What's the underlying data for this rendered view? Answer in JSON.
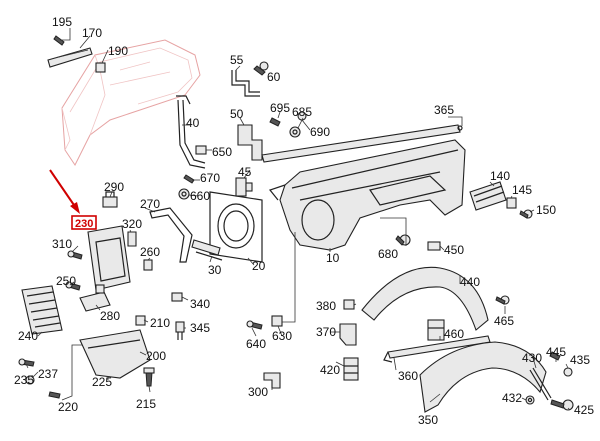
{
  "labels": {
    "l195": "195",
    "l170": "170",
    "l190": "190",
    "l55": "55",
    "l60": "60",
    "l50": "50",
    "l40": "40",
    "l695": "695",
    "l685": "685",
    "l690": "690",
    "l365": "365",
    "l650": "650",
    "l670": "670",
    "l660": "660",
    "l45": "45",
    "l290": "290",
    "l270": "270",
    "l320": "320",
    "l310": "310",
    "l260": "260",
    "l250": "250",
    "l30": "30",
    "l20": "20",
    "l10": "10",
    "l680": "680",
    "l140": "140",
    "l145": "145",
    "l150": "150",
    "l450": "450",
    "l440": "440",
    "l465": "465",
    "l380": "380",
    "l370": "370",
    "l460": "460",
    "l420": "420",
    "l240": "240",
    "l280": "280",
    "l340": "340",
    "l210": "210",
    "l345": "345",
    "l640": "640",
    "l630": "630",
    "l200": "200",
    "l235": "235",
    "l237": "237",
    "l225": "225",
    "l220": "220",
    "l215": "215",
    "l300": "300",
    "l360": "360",
    "l430": "430",
    "l445": "445",
    "l435": "435",
    "l432": "432",
    "l425": "425",
    "l350": "350",
    "l230": "230"
  },
  "highlight": {
    "part_number": "230",
    "color": "#d00000"
  }
}
